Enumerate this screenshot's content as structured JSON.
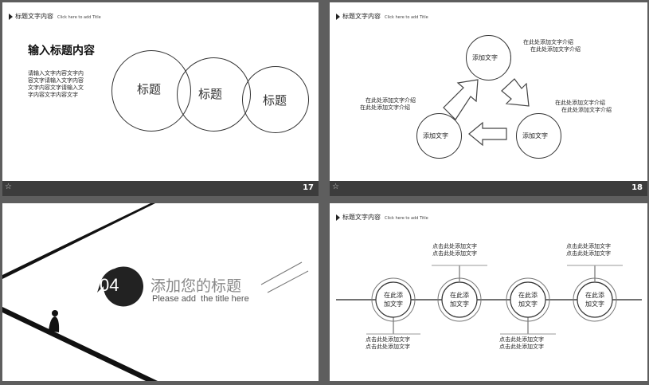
{
  "slides": [
    {
      "number": "17",
      "header": {
        "title": "标题文字内容",
        "subtitle": "Click here to add Title"
      },
      "heading": "输入标题内容",
      "body_lines": [
        "请输入文字内容文字内",
        "容文字请输入文字内容",
        "文字内容文字请输入文",
        "字内容文字内容文字"
      ],
      "circles": [
        "标题",
        "标题",
        "标题"
      ]
    },
    {
      "number": "18",
      "header": {
        "title": "标题文字内容",
        "subtitle": "Click here to add Title"
      },
      "nodes": [
        "添加文字",
        "添加文字",
        "添加文字"
      ],
      "notes": {
        "top_right": [
          "在此处添加文字介绍",
          "在此处添加文字介绍"
        ],
        "left": [
          "在此处添加文字介绍",
          "在此处添加文字介绍"
        ],
        "right": [
          "在此处添加文字介绍",
          "在此处添加文字介绍"
        ]
      }
    },
    {
      "badge": "04",
      "title_cn": "添加您的标题",
      "title_en": "Please add  the title here"
    },
    {
      "header": {
        "title": "标题文字内容",
        "subtitle": "Click here to add Title"
      },
      "nodes": [
        {
          "line1": "在此添",
          "line2": "加文字"
        },
        {
          "line1": "在此添",
          "line2": "加文字"
        },
        {
          "line1": "在此添",
          "line2": "加文字"
        },
        {
          "line1": "在此添",
          "line2": "加文字"
        }
      ],
      "captions": [
        [
          "点击此处添加文字",
          "点击此处添加文字"
        ],
        [
          "点击此处添加文字",
          "点击此处添加文字"
        ],
        [
          "点击此处添加文字",
          "点击此处添加文字"
        ],
        [
          "点击此处添加文字",
          "点击此处添加文字"
        ]
      ]
    }
  ]
}
